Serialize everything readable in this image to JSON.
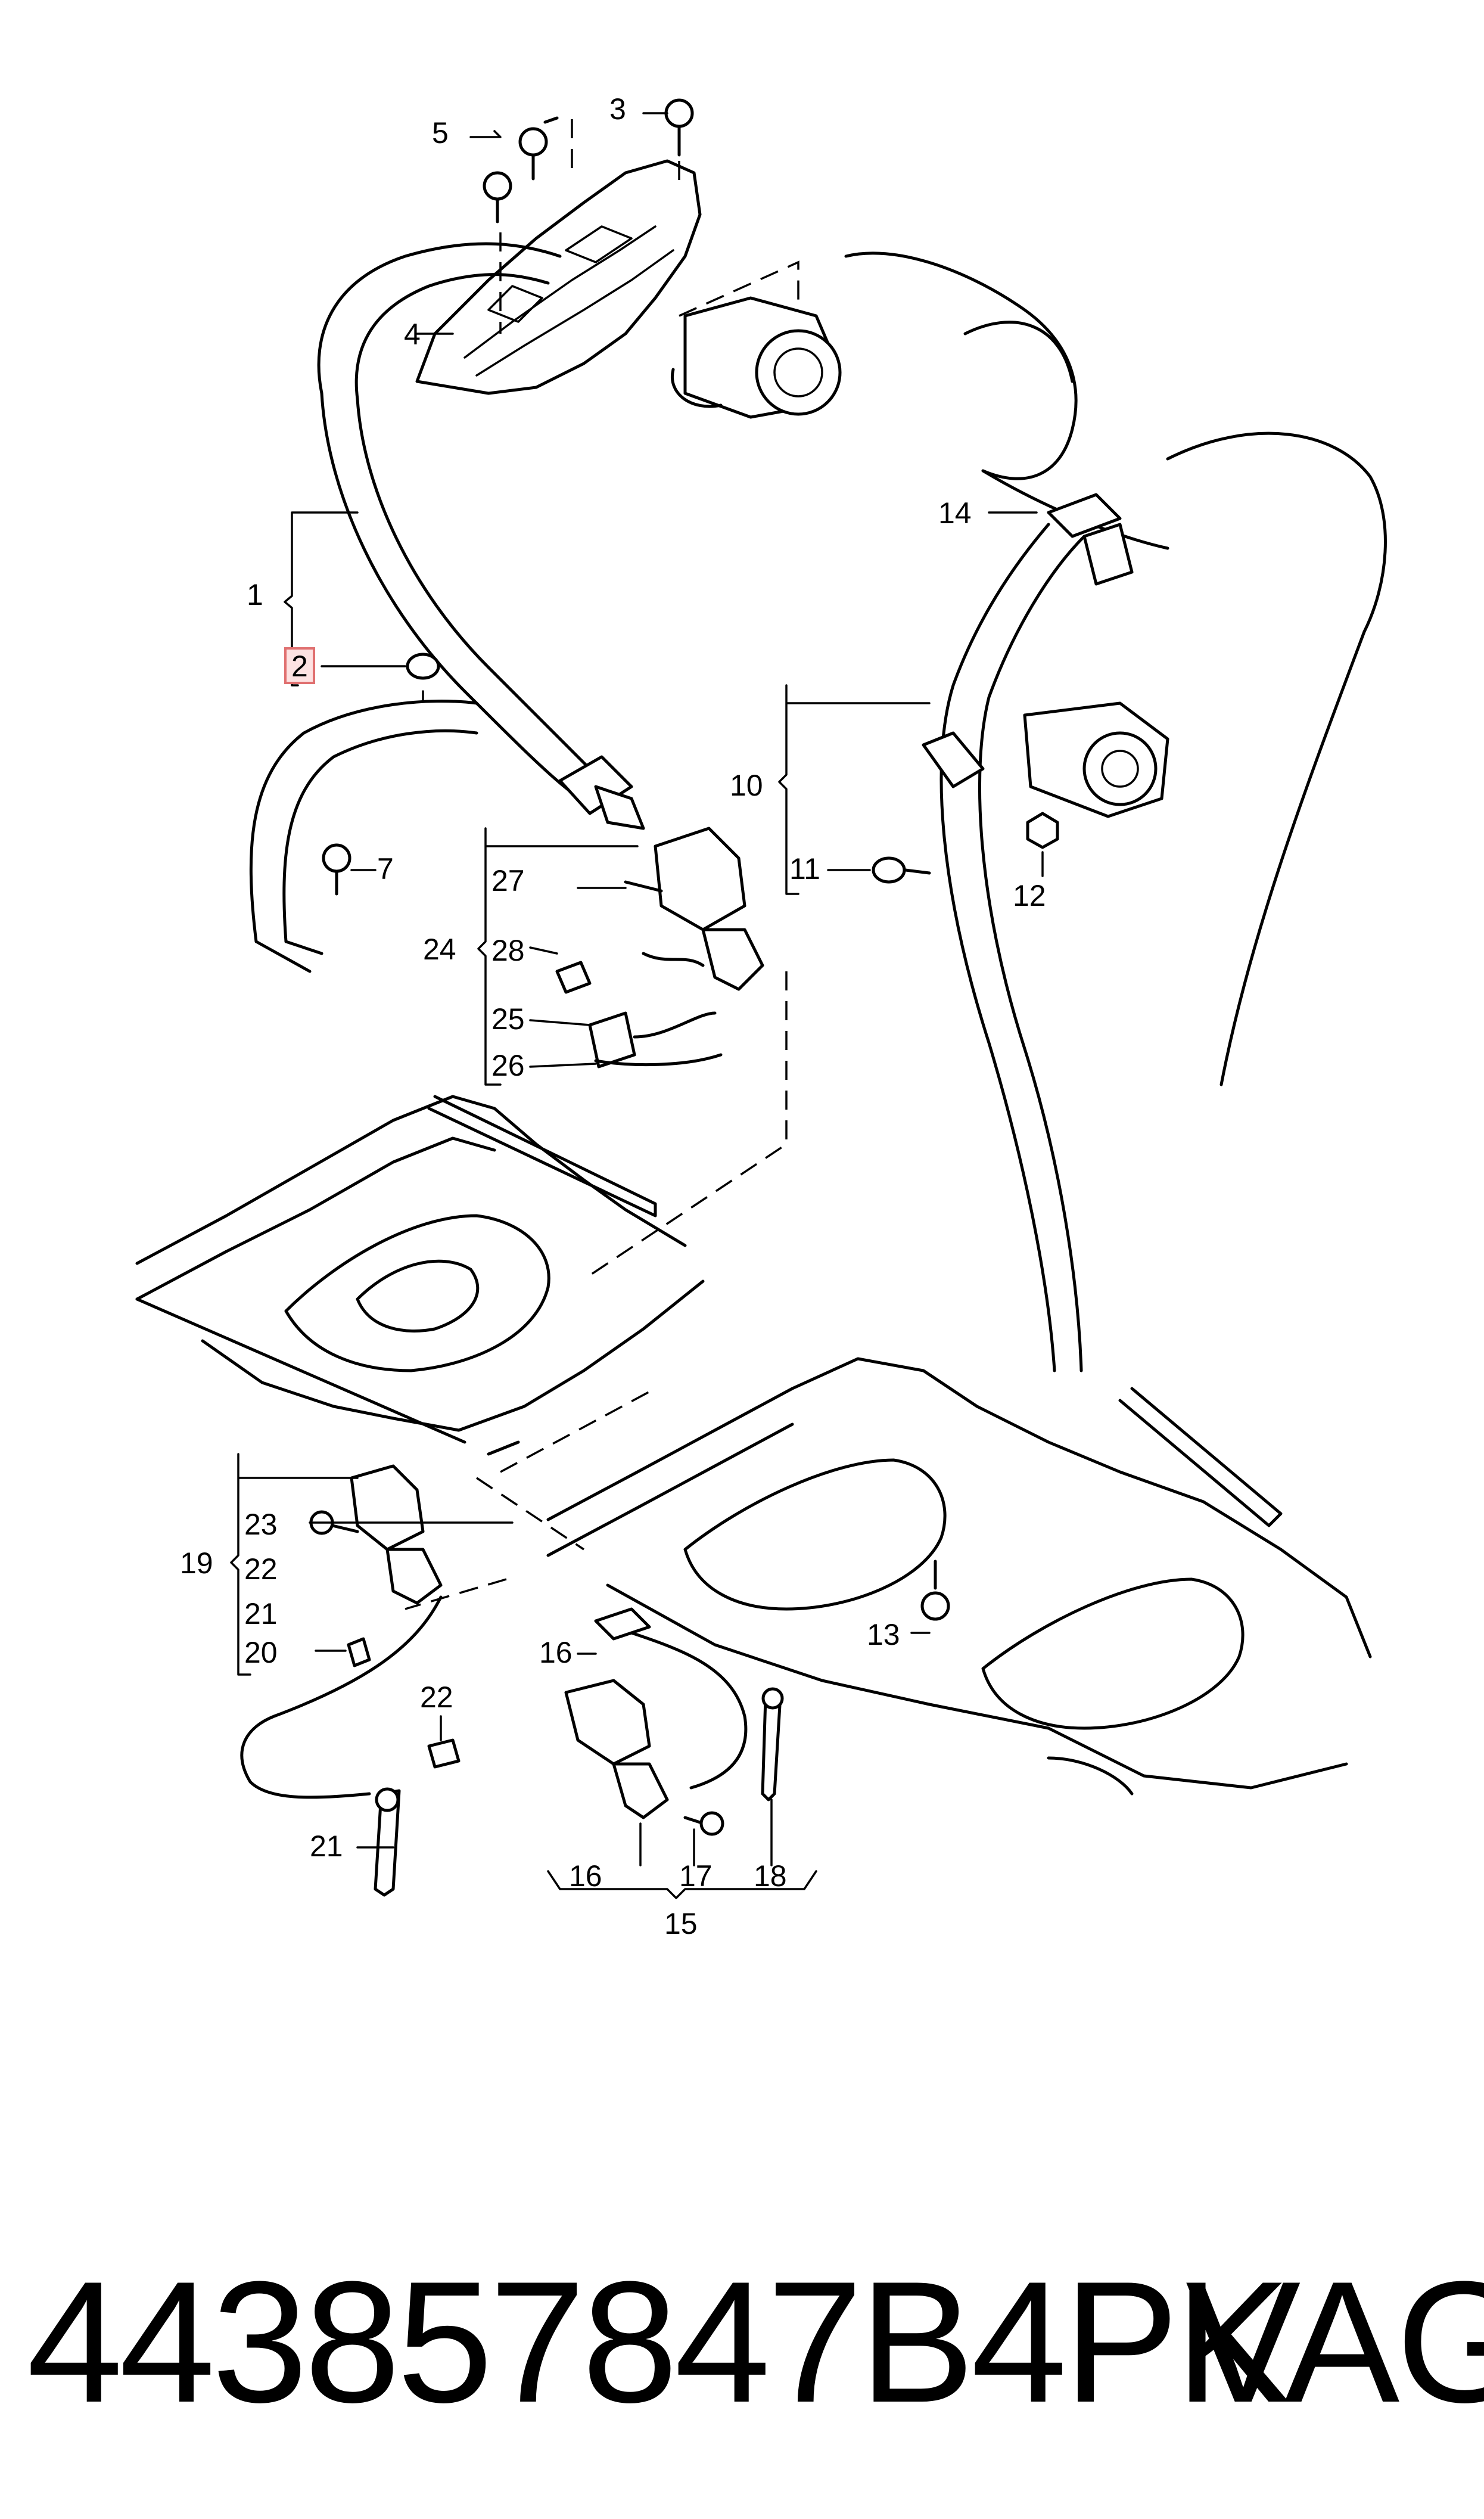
{
  "diagram": {
    "callouts": {
      "c1": "1",
      "c2": "2",
      "c3": "3",
      "c4": "4",
      "c5": "5",
      "c7": "7",
      "c10": "10",
      "c11": "11",
      "c12": "12",
      "c13": "13",
      "c14": "14",
      "c15": "15",
      "c16a": "16",
      "c16b": "16",
      "c17": "17",
      "c18": "18",
      "c19": "19",
      "c20": "20",
      "c21a": "21",
      "c21b": "21",
      "c22a": "22",
      "c22b": "22",
      "c23": "23",
      "c24": "24",
      "c25": "25",
      "c26": "26",
      "c27": "27",
      "c28": "28"
    },
    "highlighted_callout": "2"
  },
  "footer": {
    "part_number": "443857847B4PK",
    "brand": "VAG"
  }
}
